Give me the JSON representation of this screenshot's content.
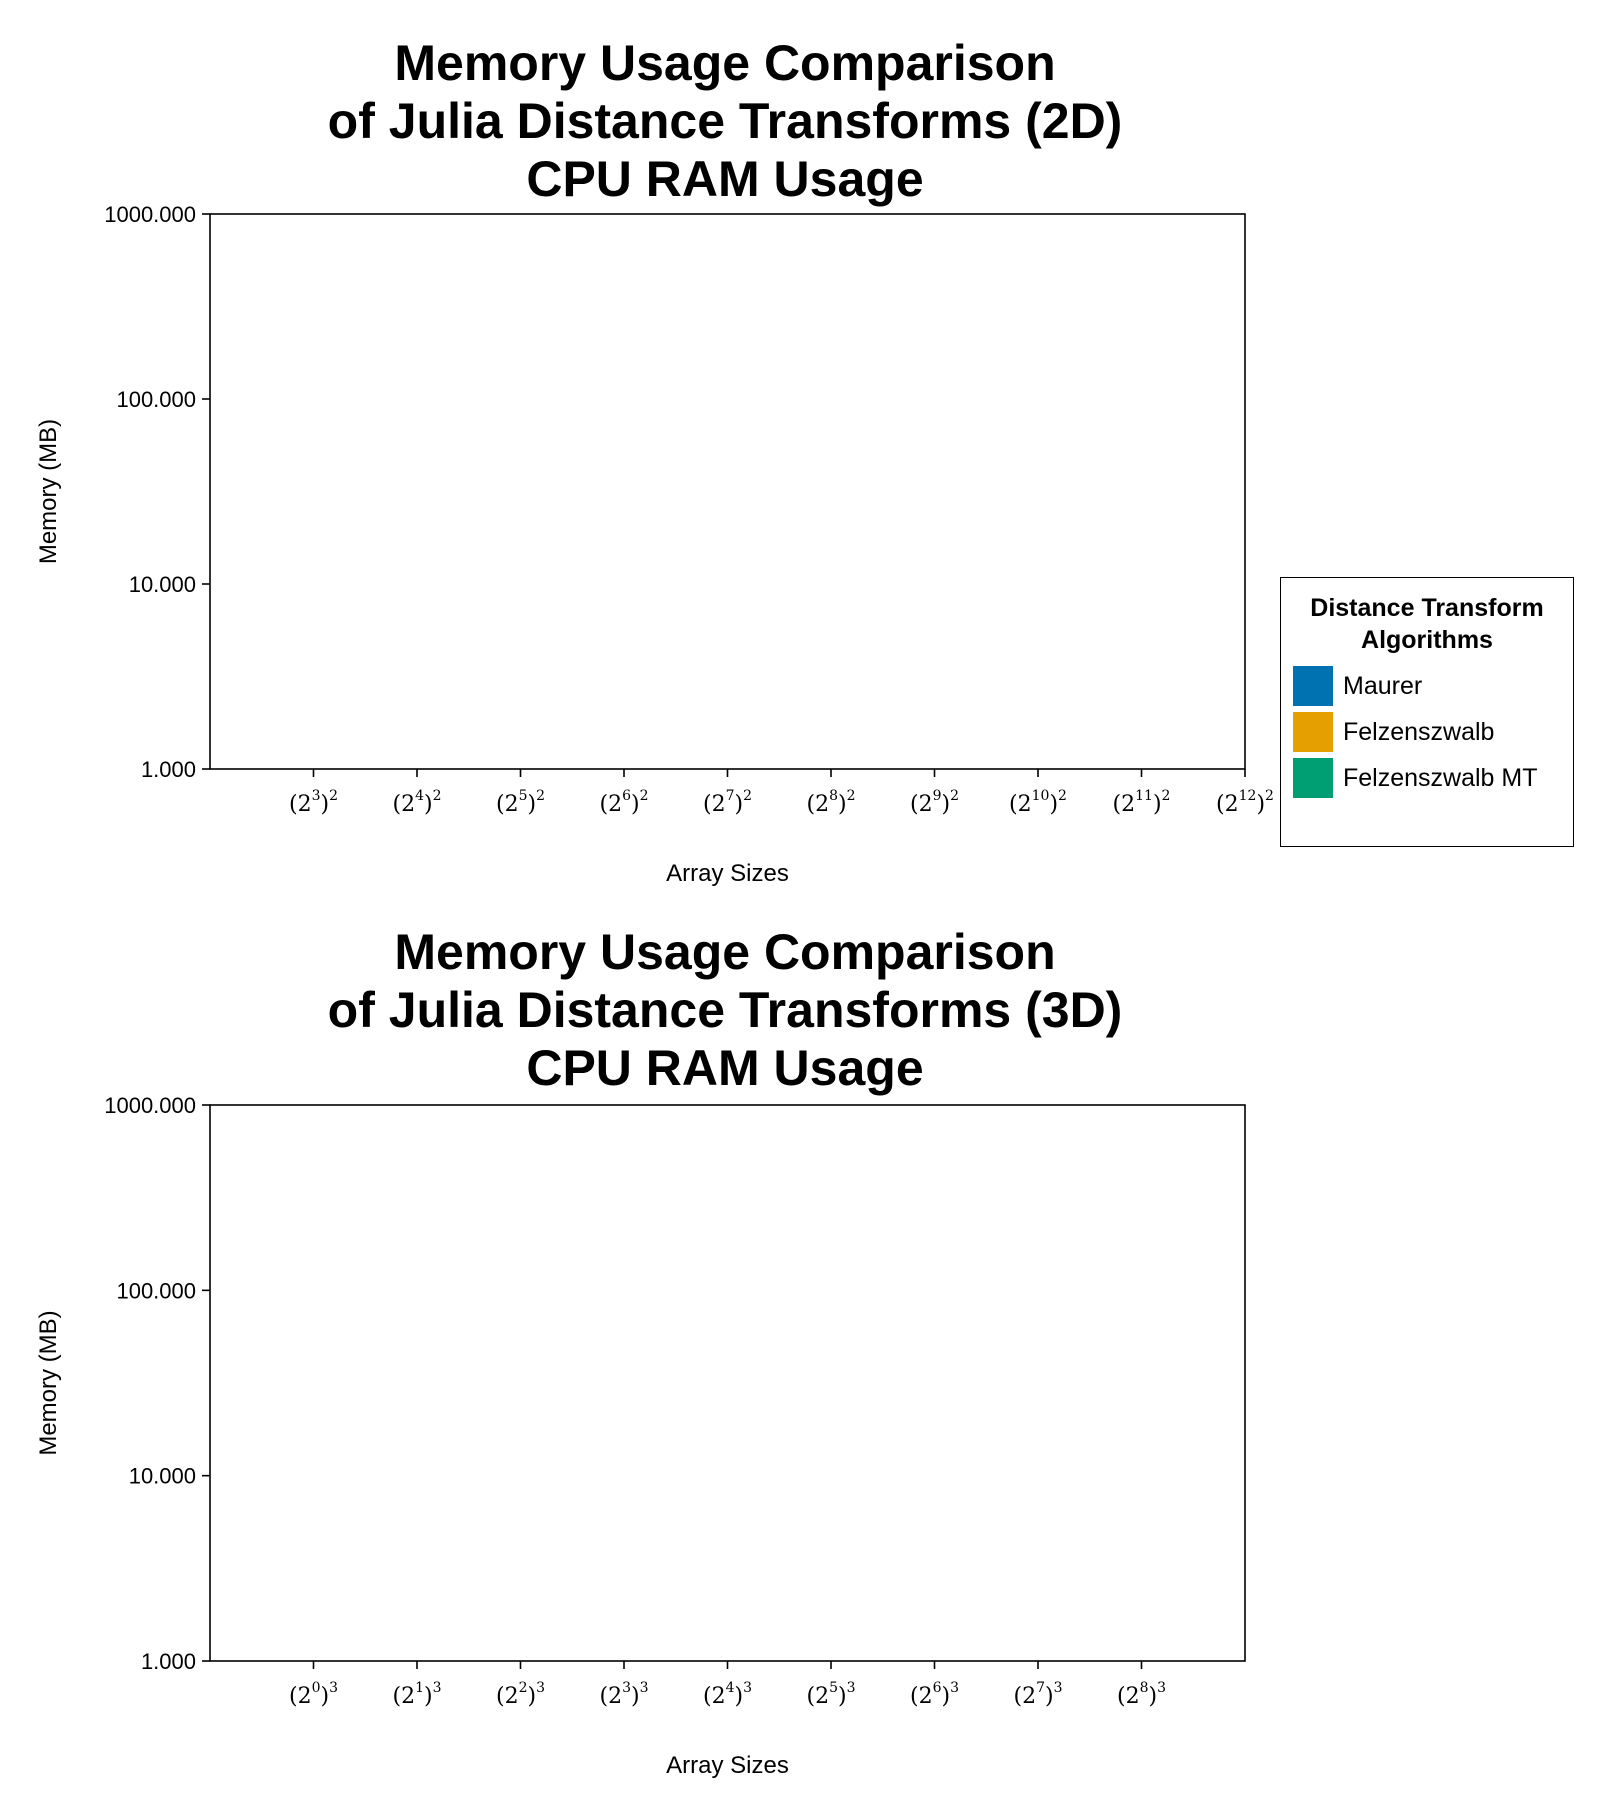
{
  "chart_data": [
    {
      "type": "bar",
      "title": [
        "Memory Usage Comparison",
        "of Julia Distance Transforms (2D)",
        "CPU RAM Usage"
      ],
      "xlabel": "Array Sizes",
      "ylabel": "Memory (MB)",
      "y_scale": "log10",
      "ylim": [
        1,
        1000
      ],
      "y_ticks": [
        "1.000",
        "10.000",
        "100.000",
        "1000.000"
      ],
      "categories": [
        {
          "base": "(2",
          "exp": "3",
          "tail": ")",
          "power": "2"
        },
        {
          "base": "(2",
          "exp": "4",
          "tail": ")",
          "power": "2"
        },
        {
          "base": "(2",
          "exp": "5",
          "tail": ")",
          "power": "2"
        },
        {
          "base": "(2",
          "exp": "6",
          "tail": ")",
          "power": "2"
        },
        {
          "base": "(2",
          "exp": "7",
          "tail": ")",
          "power": "2"
        },
        {
          "base": "(2",
          "exp": "8",
          "tail": ")",
          "power": "2"
        },
        {
          "base": "(2",
          "exp": "9",
          "tail": ")",
          "power": "2"
        },
        {
          "base": "(2",
          "exp": "10",
          "tail": ")",
          "power": "2"
        },
        {
          "base": "(2",
          "exp": "11",
          "tail": ")",
          "power": "2"
        },
        {
          "base": "(2",
          "exp": "12",
          "tail": ")",
          "power": "2"
        }
      ],
      "series": [
        {
          "name": "Maurer",
          "values": []
        },
        {
          "name": "Felzenszwalb",
          "values": []
        },
        {
          "name": "Felzenszwalb MT",
          "values": []
        }
      ],
      "grid": false
    },
    {
      "type": "bar",
      "title": [
        "Memory Usage Comparison",
        "of Julia Distance Transforms (3D)",
        "CPU RAM Usage"
      ],
      "xlabel": "Array Sizes",
      "ylabel": "Memory (MB)",
      "y_scale": "log10",
      "ylim": [
        1,
        1000
      ],
      "y_ticks": [
        "1.000",
        "10.000",
        "100.000",
        "1000.000"
      ],
      "categories": [
        {
          "base": "(2",
          "exp": "0",
          "tail": ")",
          "power": "3"
        },
        {
          "base": "(2",
          "exp": "1",
          "tail": ")",
          "power": "3"
        },
        {
          "base": "(2",
          "exp": "2",
          "tail": ")",
          "power": "3"
        },
        {
          "base": "(2",
          "exp": "3",
          "tail": ")",
          "power": "3"
        },
        {
          "base": "(2",
          "exp": "4",
          "tail": ")",
          "power": "3"
        },
        {
          "base": "(2",
          "exp": "5",
          "tail": ")",
          "power": "3"
        },
        {
          "base": "(2",
          "exp": "6",
          "tail": ")",
          "power": "3"
        },
        {
          "base": "(2",
          "exp": "7",
          "tail": ")",
          "power": "3"
        },
        {
          "base": "(2",
          "exp": "8",
          "tail": ")",
          "power": "3"
        }
      ],
      "series": [
        {
          "name": "Maurer",
          "values": []
        },
        {
          "name": "Felzenszwalb",
          "values": []
        },
        {
          "name": "Felzenszwalb MT",
          "values": []
        }
      ],
      "grid": false
    }
  ],
  "legend": {
    "title": [
      "Distance Transform",
      "Algorithms"
    ],
    "placement": "right",
    "items": [
      {
        "label": "Maurer",
        "color": "#0072b2"
      },
      {
        "label": "Felzenszwalb",
        "color": "#e69f00"
      },
      {
        "label": "Felzenszwalb MT",
        "color": "#009e73"
      }
    ]
  }
}
